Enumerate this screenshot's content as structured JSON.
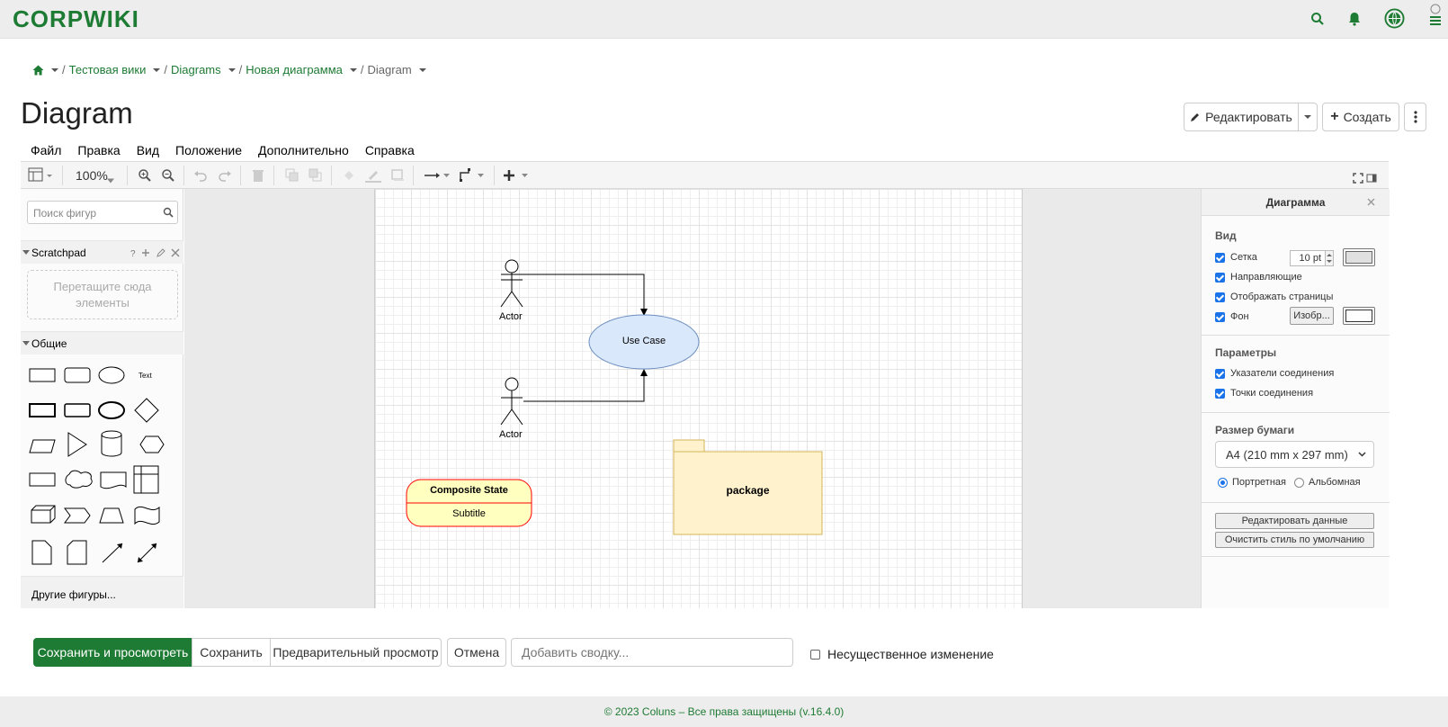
{
  "header": {
    "logo": "CORPWIKI"
  },
  "breadcrumb": {
    "home_icon": "home-icon",
    "items": [
      "Тестовая вики",
      "Diagrams",
      "Новая диаграмма",
      "Diagram"
    ]
  },
  "page": {
    "title": "Diagram"
  },
  "actions": {
    "edit": "Редактировать",
    "create": "Создать"
  },
  "menu": [
    "Файл",
    "Правка",
    "Вид",
    "Положение",
    "Дополнительно",
    "Справка"
  ],
  "toolbar": {
    "zoom": "100%"
  },
  "left_panel": {
    "search_placeholder": "Поиск фигур",
    "scratchpad": "Scratchpad",
    "scratchpad_help": "?",
    "drop_text": "Перетащите сюда элементы",
    "general": "Общие",
    "shape_text": "Text",
    "more_shapes": "Другие фигуры..."
  },
  "diagram": {
    "actor1": "Actor",
    "actor2": "Actor",
    "use_case": "Use Case",
    "composite_title": "Composite State",
    "composite_sub": "Subtitle",
    "package": "package"
  },
  "right_panel": {
    "title": "Диаграмма",
    "view_head": "Вид",
    "grid": "Сетка",
    "grid_size": "10 pt",
    "guides": "Направляющие",
    "show_pages": "Отображать страницы",
    "background": "Фон",
    "image_btn": "Изобр...",
    "params_head": "Параметры",
    "conn_arrows": "Указатели соединения",
    "conn_points": "Точки соединения",
    "paper_head": "Размер бумаги",
    "paper_size": "A4 (210 mm x 297 mm)",
    "portrait": "Портретная",
    "landscape": "Альбомная",
    "edit_data": "Редактировать данные",
    "clear_style": "Очистить стиль по умолчанию"
  },
  "bottom": {
    "save_view": "Сохранить и просмотреть",
    "save": "Сохранить",
    "preview": "Предварительный просмотр",
    "cancel": "Отмена",
    "summary_placeholder": "Добавить сводку...",
    "minor": "Несущественное изменение"
  },
  "footer": {
    "text": "© 2023 Coluns – Все права защищены (v.16.4.0)"
  },
  "colors": {
    "brand": "#1e7b34",
    "use_case_fill": "#dae8fc",
    "use_case_stroke": "#6c8ebf",
    "composite_fill": "#ffffc0",
    "composite_stroke": "#ff0000",
    "package_fill": "#fff2cc",
    "package_stroke": "#d6b656"
  }
}
